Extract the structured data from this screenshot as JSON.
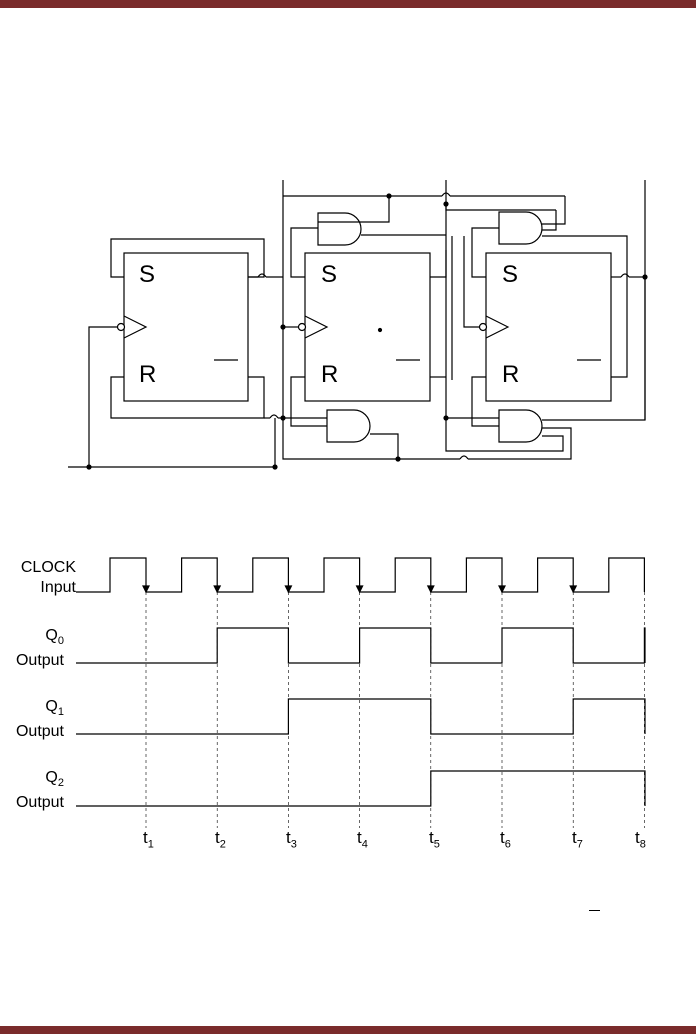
{
  "colors": {
    "band": "#7a2b2b",
    "line": "#000000",
    "ff_fill": "#ffffff"
  },
  "flipflops": [
    {
      "set_label": "S",
      "reset_label": "R"
    },
    {
      "set_label": "S",
      "reset_label": "R"
    },
    {
      "set_label": "S",
      "reset_label": "R"
    }
  ],
  "signals": [
    {
      "name": "CLOCK",
      "sub": "",
      "suffix": "Input",
      "levels": []
    },
    {
      "name": "Q",
      "sub": "0",
      "suffix": "Output",
      "levels": [
        0,
        1,
        0,
        1,
        0,
        1,
        0,
        1
      ]
    },
    {
      "name": "Q",
      "sub": "1",
      "suffix": "Output",
      "levels": [
        0,
        0,
        1,
        1,
        0,
        0,
        1,
        1
      ]
    },
    {
      "name": "Q",
      "sub": "2",
      "suffix": "Output",
      "levels": [
        0,
        0,
        0,
        0,
        1,
        1,
        1,
        1
      ]
    }
  ],
  "ticks": [
    {
      "t": "t",
      "n": "1"
    },
    {
      "t": "t",
      "n": "2"
    },
    {
      "t": "t",
      "n": "3"
    },
    {
      "t": "t",
      "n": "4"
    },
    {
      "t": "t",
      "n": "5"
    },
    {
      "t": "t",
      "n": "6"
    },
    {
      "t": "t",
      "n": "7"
    },
    {
      "t": "t",
      "n": "8"
    }
  ]
}
